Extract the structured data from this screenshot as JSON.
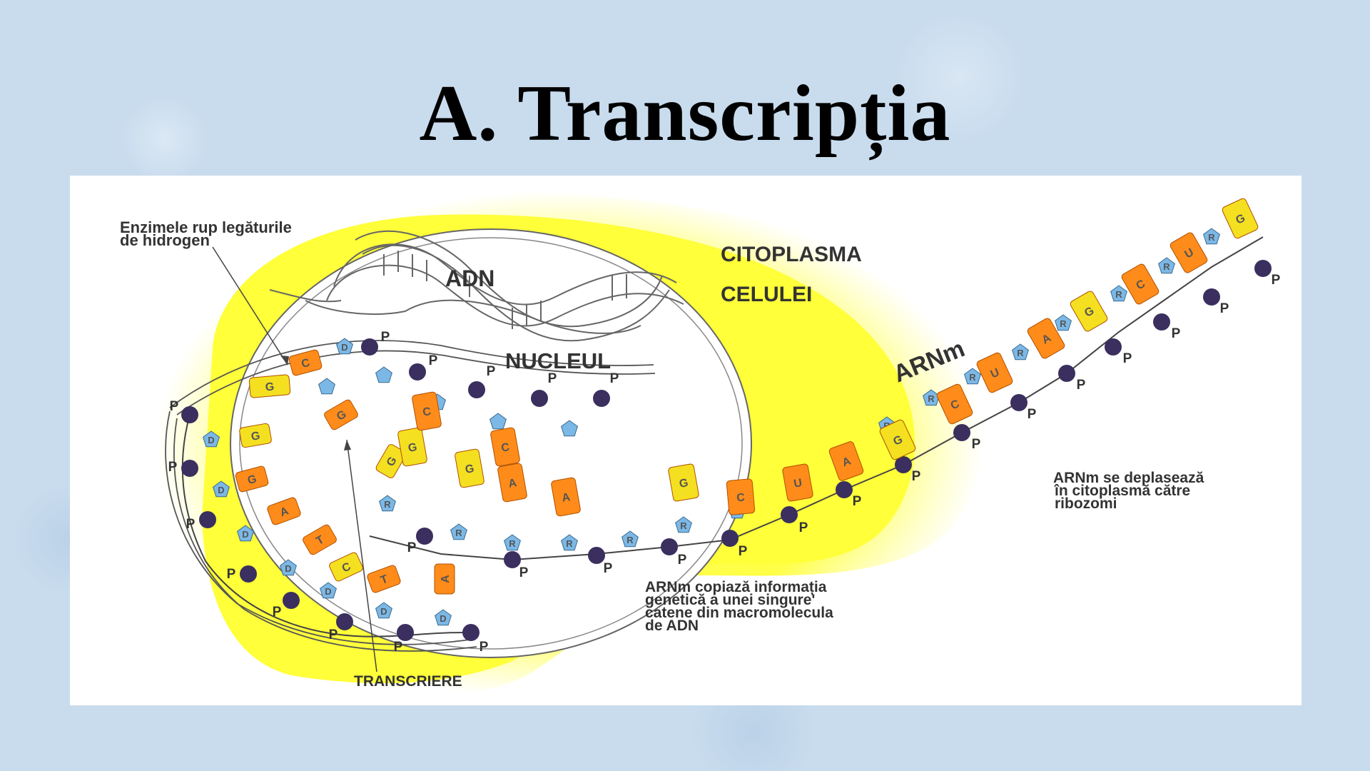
{
  "slide": {
    "title": "A. Transcripția"
  },
  "diagram": {
    "labels": {
      "enzymes_line1": "Enzimele rup legăturile",
      "enzymes_line2": "de hidrogen",
      "adn": "ADN",
      "nucleul": "NUCLEUL",
      "citoplasma_line1": "CITOPLASMA",
      "citoplasma_line2": "CELULEI",
      "arnm": "ARNm",
      "transcriere": "TRANSCRIERE",
      "copy_line1": "ARNm copiază informația",
      "copy_line2": "genetică a unei singure'",
      "copy_line3": "catene din macromolecula",
      "copy_line4": "de ADN",
      "move_line1": "ARNm se deplasează",
      "move_line2": "în citoplasmă către",
      "move_line3": "ribozomi"
    },
    "symbols": {
      "phosphate": "P",
      "deoxyribose": "D",
      "ribose": "R"
    },
    "colors": {
      "cytoplasm": "#ffff33",
      "guanine": "#f4e020",
      "base_orange": "#ff8c1a",
      "phosphate": "#3a2f5e",
      "sugar": "#7bb8e6"
    },
    "mrna_bases": [
      "G",
      "C",
      "U",
      "A",
      "G",
      "C",
      "U",
      "A",
      "G",
      "C",
      "U"
    ],
    "dna_template_bases": [
      "C",
      "G",
      "G",
      "A",
      "T",
      "C",
      "T",
      "A",
      "G",
      "G"
    ]
  }
}
